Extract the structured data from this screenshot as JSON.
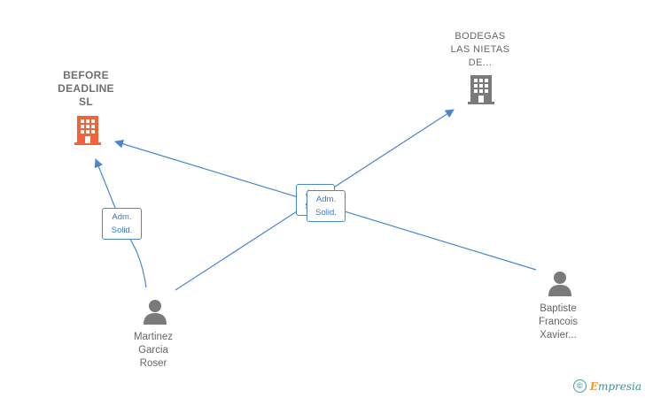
{
  "nodes": {
    "before_deadline": {
      "name_lines": [
        "BEFORE",
        "DEADLINE",
        "SL"
      ],
      "icon": "building-icon",
      "color": "#f4623a"
    },
    "bodegas": {
      "name_lines": [
        "BODEGAS",
        "LAS NIETAS",
        "DE..."
      ],
      "icon": "building-icon",
      "color": "#7a7a7a"
    },
    "martinez": {
      "name_lines": [
        "Martinez",
        "Garcia",
        "Roser"
      ],
      "icon": "person-icon",
      "color": "#7a7a7a"
    },
    "baptiste": {
      "name_lines": [
        "Baptiste",
        "Francois",
        "Xavier..."
      ],
      "icon": "person-icon",
      "color": "#7a7a7a"
    }
  },
  "edge_labels": {
    "martinez_before": [
      "Adm.",
      "Solid."
    ],
    "center_back": [
      "Adm.",
      "Solid."
    ],
    "center_front": [
      "Adm.",
      "Solid."
    ]
  },
  "edge_color": "#4a86d0",
  "footer": {
    "copyright_symbol": "©",
    "brand_first": "E",
    "brand_rest": "mpresia"
  }
}
